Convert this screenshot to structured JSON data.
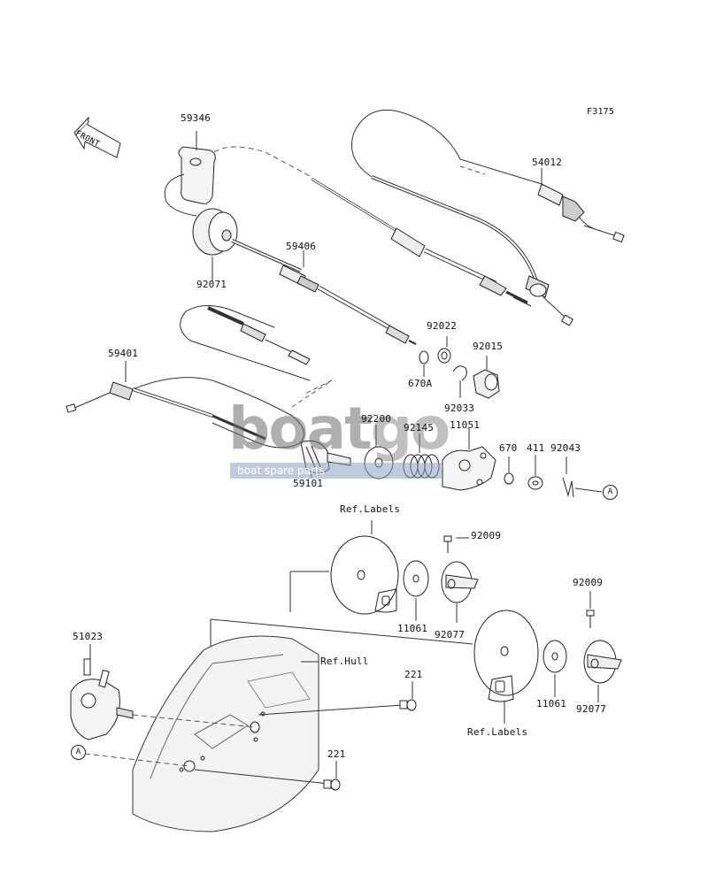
{
  "figure_code": "F3175",
  "front_label": "FRONT",
  "callout_ref": "A",
  "watermark": {
    "brand_main": "boat",
    "brand_suffix": "go",
    "tagline": "boat spare parts"
  },
  "parts": [
    {
      "id": "p59346",
      "num": "59346"
    },
    {
      "id": "p54012",
      "num": "54012"
    },
    {
      "id": "p59406",
      "num": "59406"
    },
    {
      "id": "p92071",
      "num": "92071"
    },
    {
      "id": "p92022",
      "num": "92022"
    },
    {
      "id": "p92015",
      "num": "92015"
    },
    {
      "id": "p59401",
      "num": "59401"
    },
    {
      "id": "p670A",
      "num": "670A"
    },
    {
      "id": "p92033",
      "num": "92033"
    },
    {
      "id": "p92200",
      "num": "92200"
    },
    {
      "id": "p92145",
      "num": "92145"
    },
    {
      "id": "p11051",
      "num": "11051"
    },
    {
      "id": "p670",
      "num": "670"
    },
    {
      "id": "p411",
      "num": "411"
    },
    {
      "id": "p92043",
      "num": "92043"
    },
    {
      "id": "p59101",
      "num": "59101"
    },
    {
      "id": "p92009a",
      "num": "92009"
    },
    {
      "id": "p92009b",
      "num": "92009"
    },
    {
      "id": "p11061a",
      "num": "11061"
    },
    {
      "id": "p92077a",
      "num": "92077"
    },
    {
      "id": "p11061b",
      "num": "11061"
    },
    {
      "id": "p92077b",
      "num": "92077"
    },
    {
      "id": "p51023",
      "num": "51023"
    },
    {
      "id": "p221a",
      "num": "221"
    },
    {
      "id": "p221b",
      "num": "221"
    }
  ],
  "refs": {
    "labels_top": "Ref.Labels",
    "labels_bottom": "Ref.Labels",
    "hull": "Ref.Hull"
  }
}
